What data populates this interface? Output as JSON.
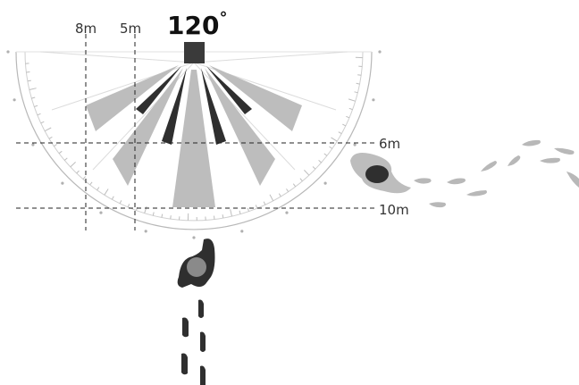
{
  "title": "120",
  "title_unit": "°",
  "labels": {
    "vertical_8m": "8m",
    "vertical_5m": "5m",
    "horizontal_6m": "6m",
    "horizontal_10m": "10m"
  },
  "colors": {
    "sensor": "#3a3a3a",
    "beam_light": "#bdbdbd",
    "beam_dark": "#2f2f2f",
    "arc": "#b8b8b8",
    "footprint_light": "#b8b8b8",
    "guide_line": "#222222"
  },
  "icons": {
    "sensor": "motion-sensor-icon",
    "walker_top": "person-topdown-icon",
    "walker_side": "person-head-icon"
  }
}
